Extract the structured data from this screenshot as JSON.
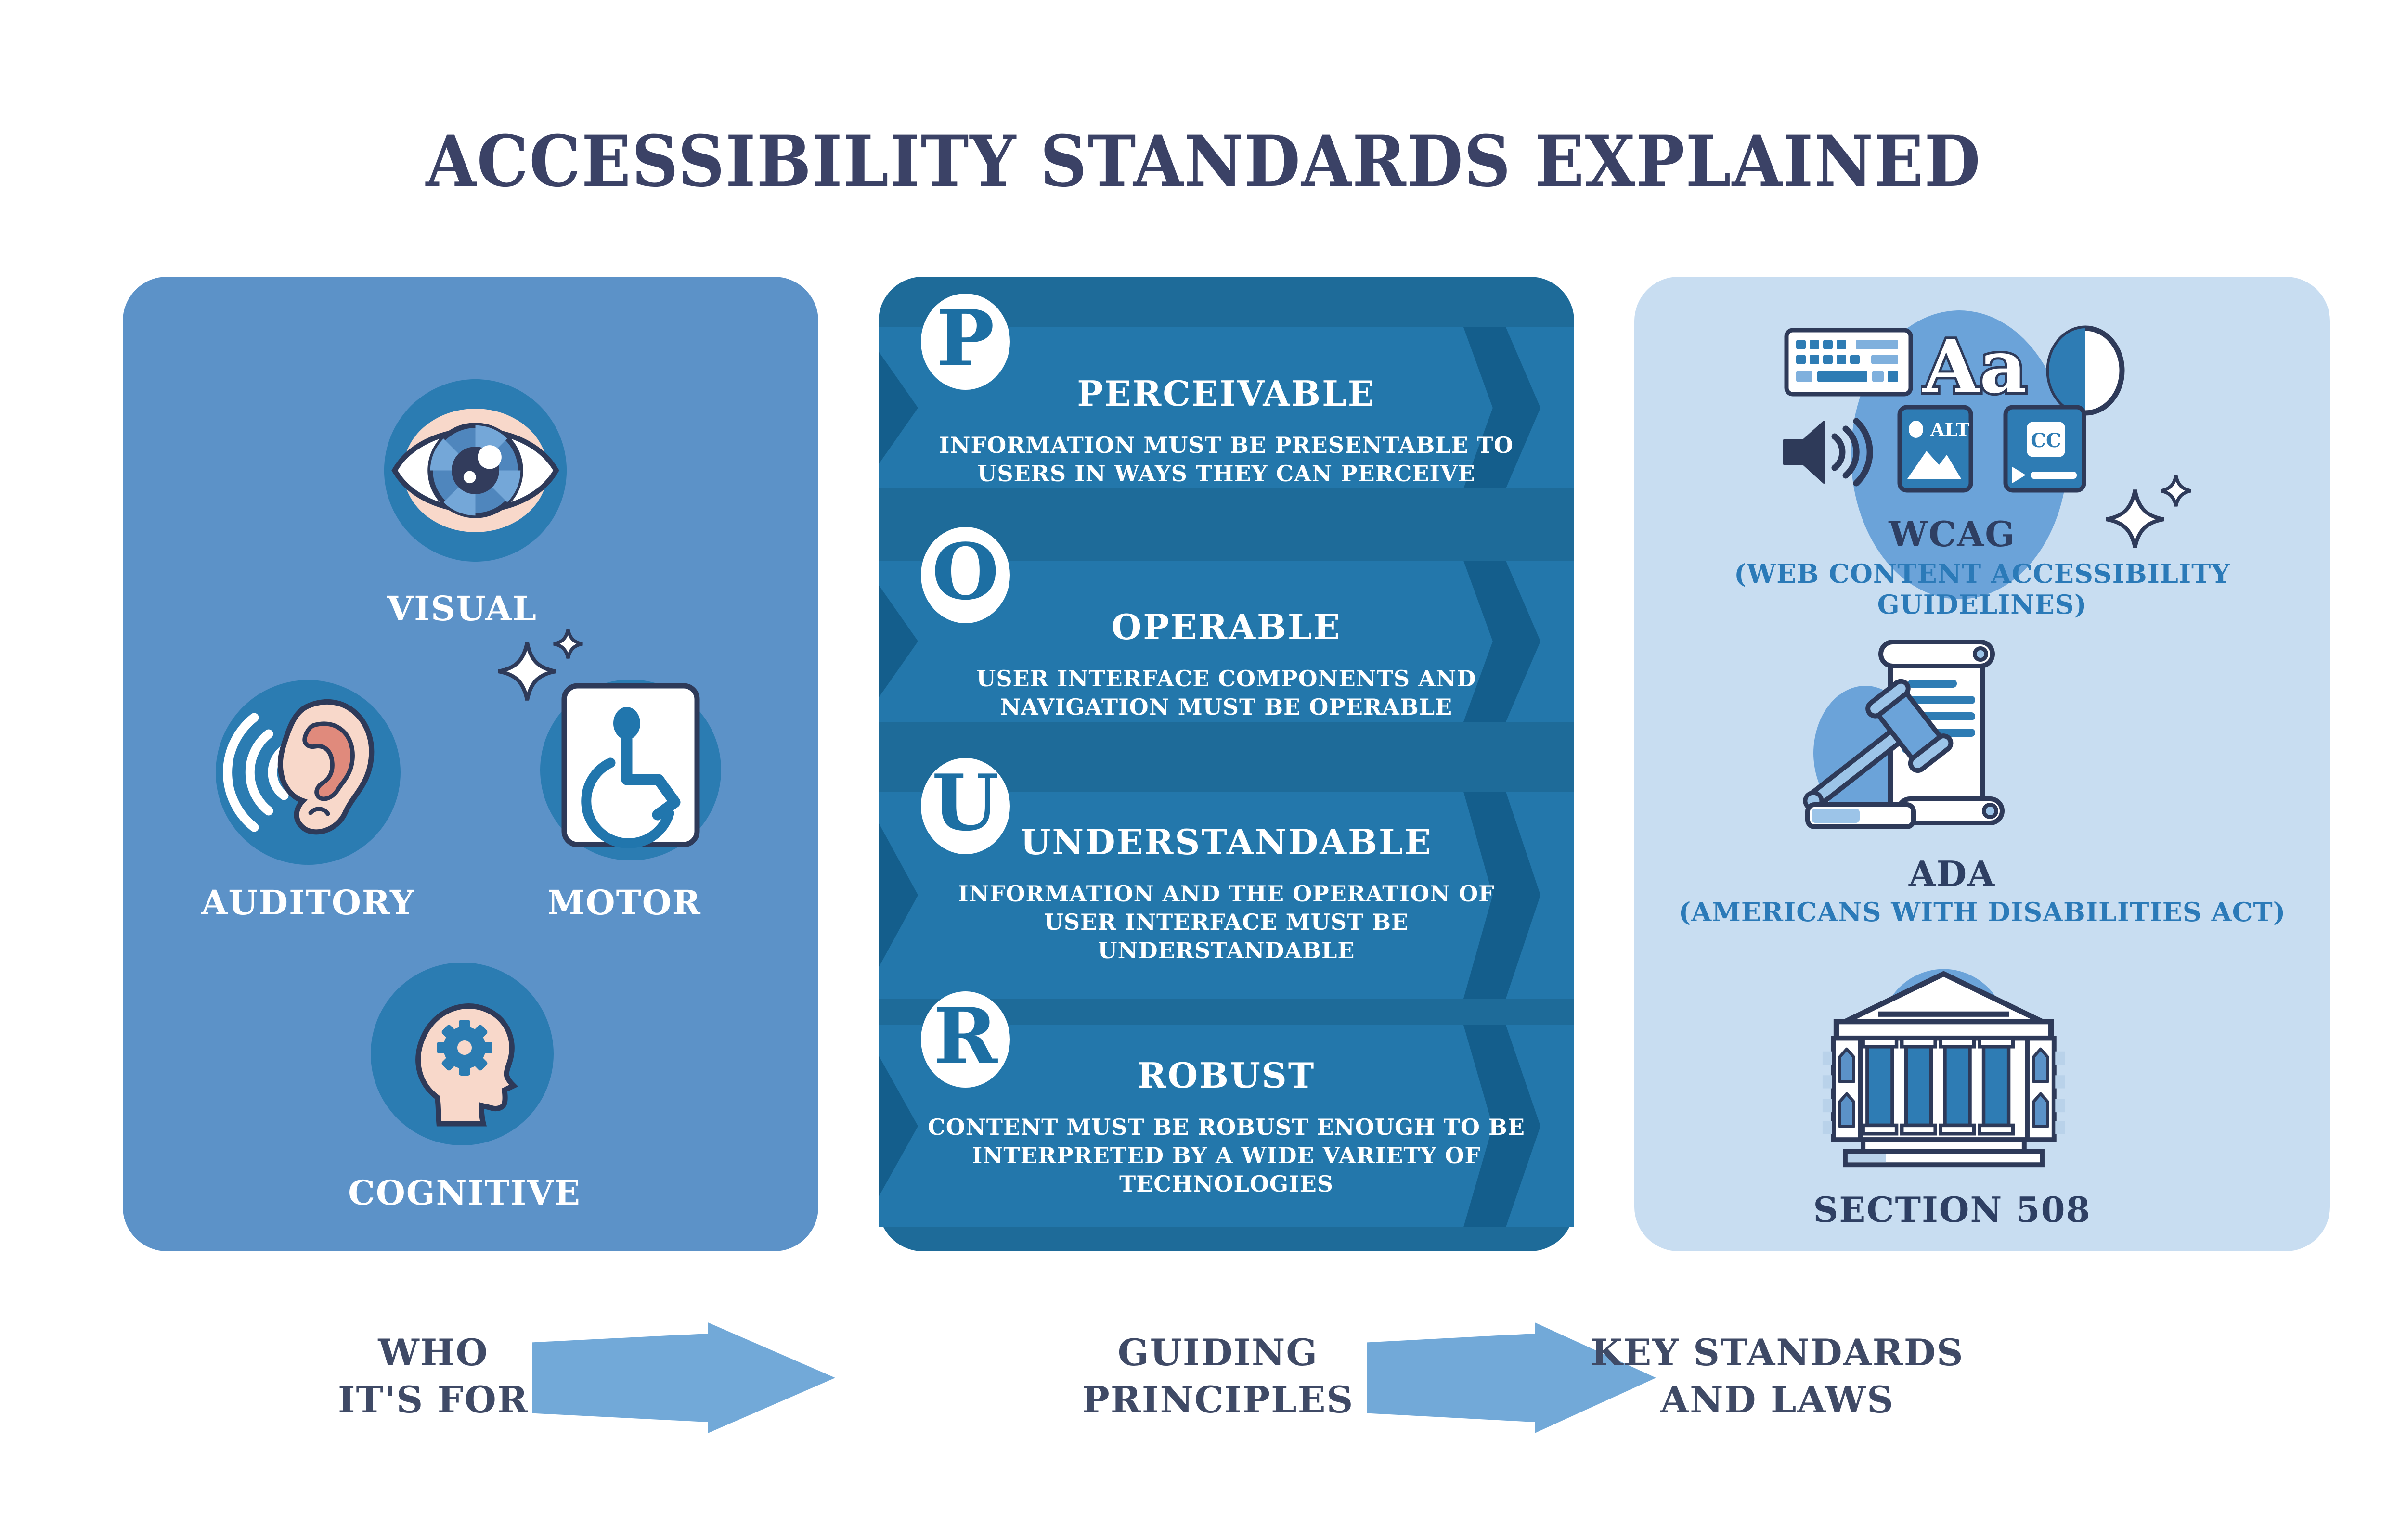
{
  "title": "ACCESSIBILITY STANDARDS EXPLAINED",
  "colors": {
    "title_navy": "#3b4266",
    "flow_navy": "#3f4a66",
    "left_panel_bg": "#5c92c8",
    "icon_circle_blue": "#2b7cb2",
    "mid_panel_bg": "#1e6b99",
    "ribbon_blue": "#2377ab",
    "ribbon_fold": "#145e8c",
    "letter_blue": "#1d6fa3",
    "right_panel_bg": "#c8ddf1",
    "right_icon_blue": "#6ba3d9",
    "accent_blue": "#2e7cb4",
    "outline_navy": "#2e3a59",
    "skin_pink": "#f8d8ca",
    "inner_ear_salmon": "#e08a7c",
    "arrow_blue": "#72a9d8",
    "subtitle_blue": "#2b7ab8",
    "text_white": "#ffffff"
  },
  "who": {
    "items": [
      {
        "label": "VISUAL",
        "icon": "eye-icon"
      },
      {
        "label": "AUDITORY",
        "icon": "ear-icon"
      },
      {
        "label": "MOTOR",
        "icon": "wheelchair-icon"
      },
      {
        "label": "COGNITIVE",
        "icon": "head-gear-icon"
      }
    ]
  },
  "principles": [
    {
      "letter": "P",
      "title": "PERCEIVABLE",
      "d1": "INFORMATION MUST BE PRESENTABLE TO",
      "d2": "USERS IN WAYS THEY CAN PERCEIVE",
      "d3": ""
    },
    {
      "letter": "O",
      "title": "OPERABLE",
      "d1": "USER INTERFACE COMPONENTS AND",
      "d2": "NAVIGATION MUST BE OPERABLE",
      "d3": ""
    },
    {
      "letter": "U",
      "title": "UNDERSTANDABLE",
      "d1": "INFORMATION AND THE OPERATION OF",
      "d2": "USER INTERFACE MUST BE",
      "d3": "UNDERSTANDABLE"
    },
    {
      "letter": "R",
      "title": "ROBUST",
      "d1": "CONTENT MUST BE ROBUST ENOUGH TO BE",
      "d2": "INTERPRETED BY A WIDE VARIETY OF",
      "d3": "TECHNOLOGIES"
    }
  ],
  "standards": [
    {
      "abbr": "WCAG",
      "full": "(WEB CONTENT ACCESSIBILITY GUIDELINES)"
    },
    {
      "abbr": "ADA",
      "full": "(AMERICANS WITH DISABILITIES ACT)"
    },
    {
      "abbr": "SECTION 508",
      "full": ""
    }
  ],
  "wcag_icons": {
    "aa": "Aa",
    "alt": "ALT",
    "cc": "CC"
  },
  "flow": [
    {
      "l1": "WHO",
      "l2": "IT'S FOR"
    },
    {
      "l1": "GUIDING",
      "l2": "PRINCIPLES"
    },
    {
      "l1": "KEY STANDARDS",
      "l2": "AND LAWS"
    }
  ]
}
